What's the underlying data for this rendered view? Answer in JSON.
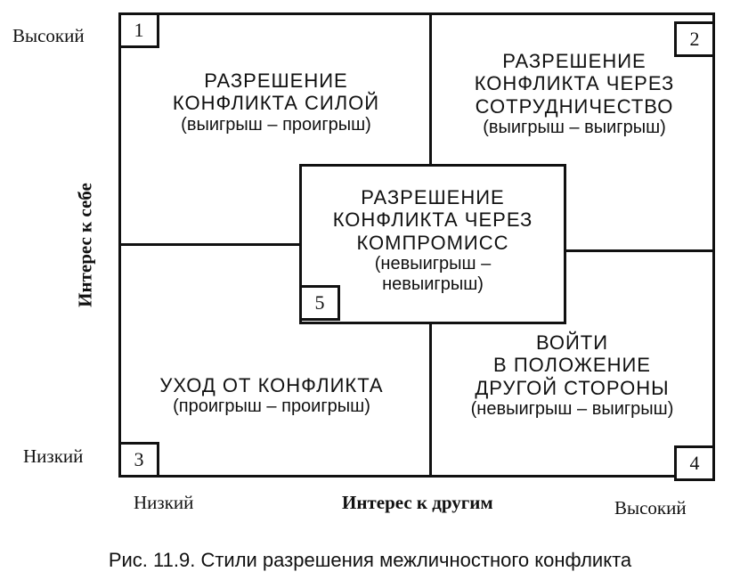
{
  "axes": {
    "y_high": "Высокий",
    "y_low": "Низкий",
    "y_title": "Интерес к себе",
    "x_low": "Низкий",
    "x_high": "Высокий",
    "x_title": "Интерес к другим"
  },
  "quadrants": {
    "q1": {
      "number": "1",
      "line1": "РАЗРЕШЕНИЕ",
      "line2": "КОНФЛИКТА СИЛОЙ",
      "line3": "",
      "sub": "(выигрыш – проигрыш)"
    },
    "q2": {
      "number": "2",
      "line1": "РАЗРЕШЕНИЕ",
      "line2": "КОНФЛИКТА ЧЕРЕЗ",
      "line3": "СОТРУДНИЧЕСТВО",
      "sub": "(выигрыш – выигрыш)"
    },
    "q3": {
      "number": "3",
      "line1": "УХОД ОТ КОНФЛИКТА",
      "sub": "(проигрыш – проигрыш)"
    },
    "q4": {
      "number": "4",
      "line1": "ВОЙТИ",
      "line2": "В ПОЛОЖЕНИЕ",
      "line3": "ДРУГОЙ СТОРОНЫ",
      "sub": "(невыигрыш – выигрыш)"
    },
    "q5": {
      "number": "5",
      "line1": "РАЗРЕШЕНИЕ",
      "line2": "КОНФЛИКТА ЧЕРЕЗ",
      "line3": "КОМПРОМИСС",
      "sub1": "(невыигрыш –",
      "sub2": "невыигрыш)"
    }
  },
  "caption": "Рис. 11.9. Стили разрешения межличностного конфликта"
}
